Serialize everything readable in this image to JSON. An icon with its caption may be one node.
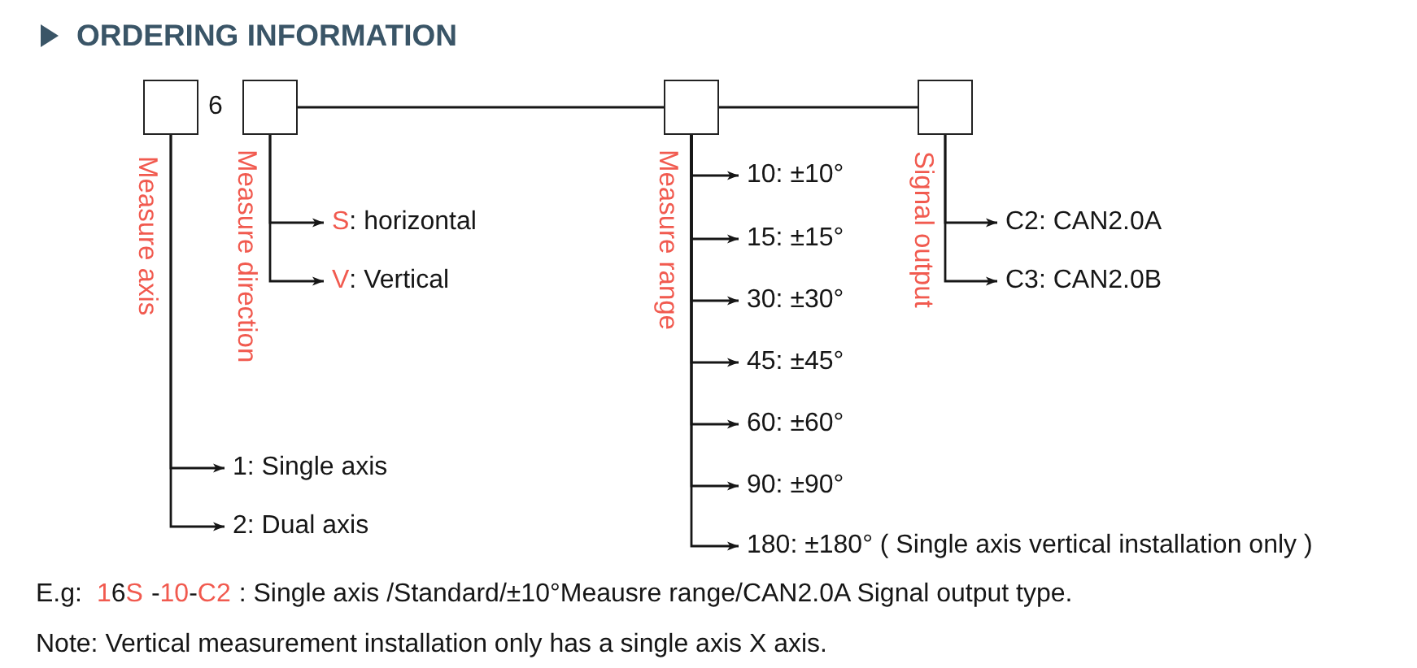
{
  "diagram": {
    "title": "ORDERING INFORMATION",
    "nodes": [
      {
        "text": [],
        "shape": "box",
        "beside": [
          "Measure axis"
        ]
      },
      {
        "text": [],
        "shape": "box",
        "beside": [
          "Measure direction"
        ]
      },
      {
        "text": [],
        "shape": "box",
        "beside": [
          "Measure range"
        ]
      },
      {
        "text": [],
        "shape": "box",
        "beside": [
          "Signal output"
        ]
      },
      {
        "text": [
          "S",
          ": horizontal"
        ]
      },
      {
        "text": [
          "V",
          ": Vertical"
        ]
      },
      {
        "text": [
          "1: Single axis"
        ]
      },
      {
        "text": [
          "2: Dual axis"
        ]
      },
      {
        "text": [
          "10: ±10°"
        ]
      },
      {
        "text": [
          "15: ±15°"
        ]
      },
      {
        "text": [
          "30: ±30°"
        ]
      },
      {
        "text": [
          "45: ±45°"
        ]
      },
      {
        "text": [
          "60: ±60°"
        ]
      },
      {
        "text": [
          "90: ±90°"
        ]
      },
      {
        "text": [
          "180: ±180° ( Single axis vertical installation only )"
        ]
      },
      {
        "text": [
          "C2: CAN2.0A"
        ]
      },
      {
        "text": [
          "C3: CAN2.0B"
        ]
      }
    ],
    "edges": [
      {
        "from": 1,
        "to": 2,
        "arrow": "none"
      },
      {
        "from": 2,
        "to": 3,
        "arrow": "none"
      },
      {
        "from": 0,
        "to": 6,
        "arrow": "to"
      },
      {
        "from": 0,
        "to": 7,
        "arrow": "to"
      },
      {
        "from": 1,
        "to": 4,
        "arrow": "to"
      },
      {
        "from": 1,
        "to": 5,
        "arrow": "to"
      },
      {
        "from": 2,
        "to": 8,
        "arrow": "to"
      },
      {
        "from": 2,
        "to": 9,
        "arrow": "to"
      },
      {
        "from": 2,
        "to": 10,
        "arrow": "to"
      },
      {
        "from": 2,
        "to": 11,
        "arrow": "to"
      },
      {
        "from": 2,
        "to": 12,
        "arrow": "to"
      },
      {
        "from": 2,
        "to": 13,
        "arrow": "to"
      },
      {
        "from": 2,
        "to": 14,
        "arrow": "to"
      },
      {
        "from": 3,
        "to": 15,
        "arrow": "to"
      },
      {
        "from": 3,
        "to": 16,
        "arrow": "to"
      }
    ],
    "labels": [
      "6",
      "E.g:",
      "1",
      "6",
      "S",
      "-",
      "10",
      "-",
      "C2",
      ": Single axis /Standard/±10°Meausre range/CAN2.0A Signal output type.",
      "Note: Vertical measurement installation only has a single axis X axis."
    ]
  }
}
